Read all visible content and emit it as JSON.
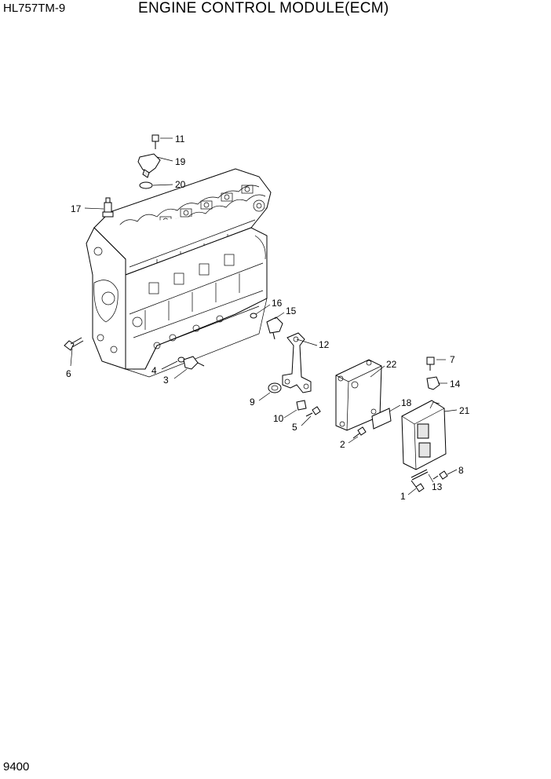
{
  "header": {
    "model": "HL757TM-9",
    "title": "ENGINE CONTROL MODULE(ECM)"
  },
  "footer": {
    "page_number": "9400"
  },
  "callouts": [
    "1",
    "2",
    "3",
    "4",
    "5",
    "6",
    "7",
    "8",
    "9",
    "10",
    "11",
    "12",
    "13",
    "14",
    "15",
    "16",
    "17",
    "18",
    "19",
    "20",
    "21",
    "22"
  ]
}
